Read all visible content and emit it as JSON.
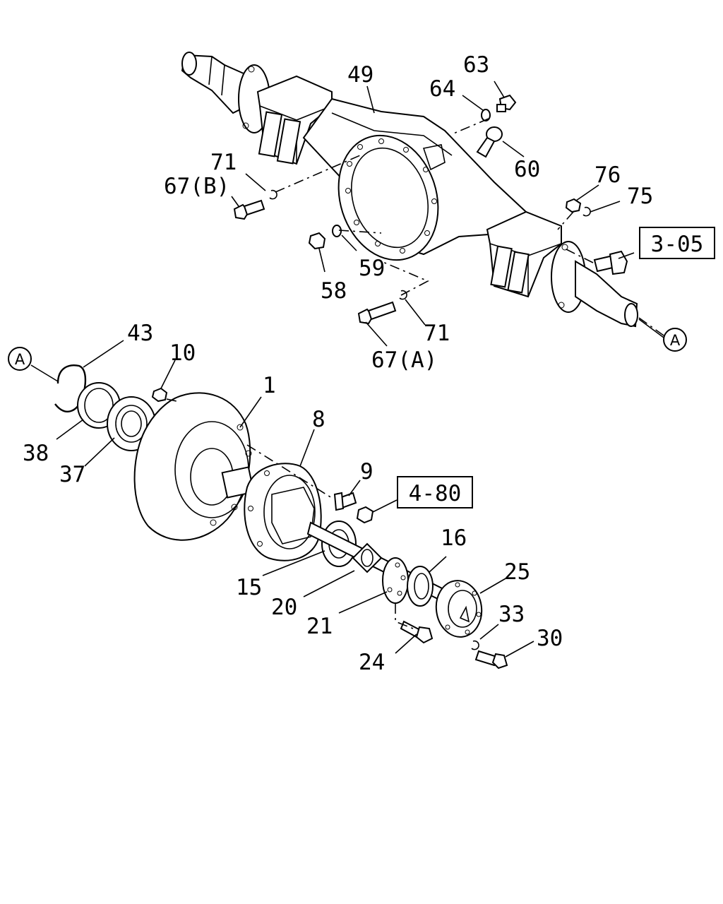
{
  "callouts": {
    "c1": "1",
    "c8": "8",
    "c9": "9",
    "c10": "10",
    "c15": "15",
    "c16": "16",
    "c20": "20",
    "c21": "21",
    "c24": "24",
    "c25": "25",
    "c30": "30",
    "c33": "33",
    "c37": "37",
    "c38": "38",
    "c43": "43",
    "c49": "49",
    "c58": "58",
    "c59": "59",
    "c60": "60",
    "c63": "63",
    "c64": "64",
    "c67a": "67(A)",
    "c67b": "67(B)",
    "c71a": "71",
    "c71b": "71",
    "c75": "75",
    "c76": "76"
  },
  "references": {
    "ref_305": "3-05",
    "ref_480": "4-80"
  },
  "connectors": {
    "a_top": "A",
    "a_bottom": "A"
  }
}
